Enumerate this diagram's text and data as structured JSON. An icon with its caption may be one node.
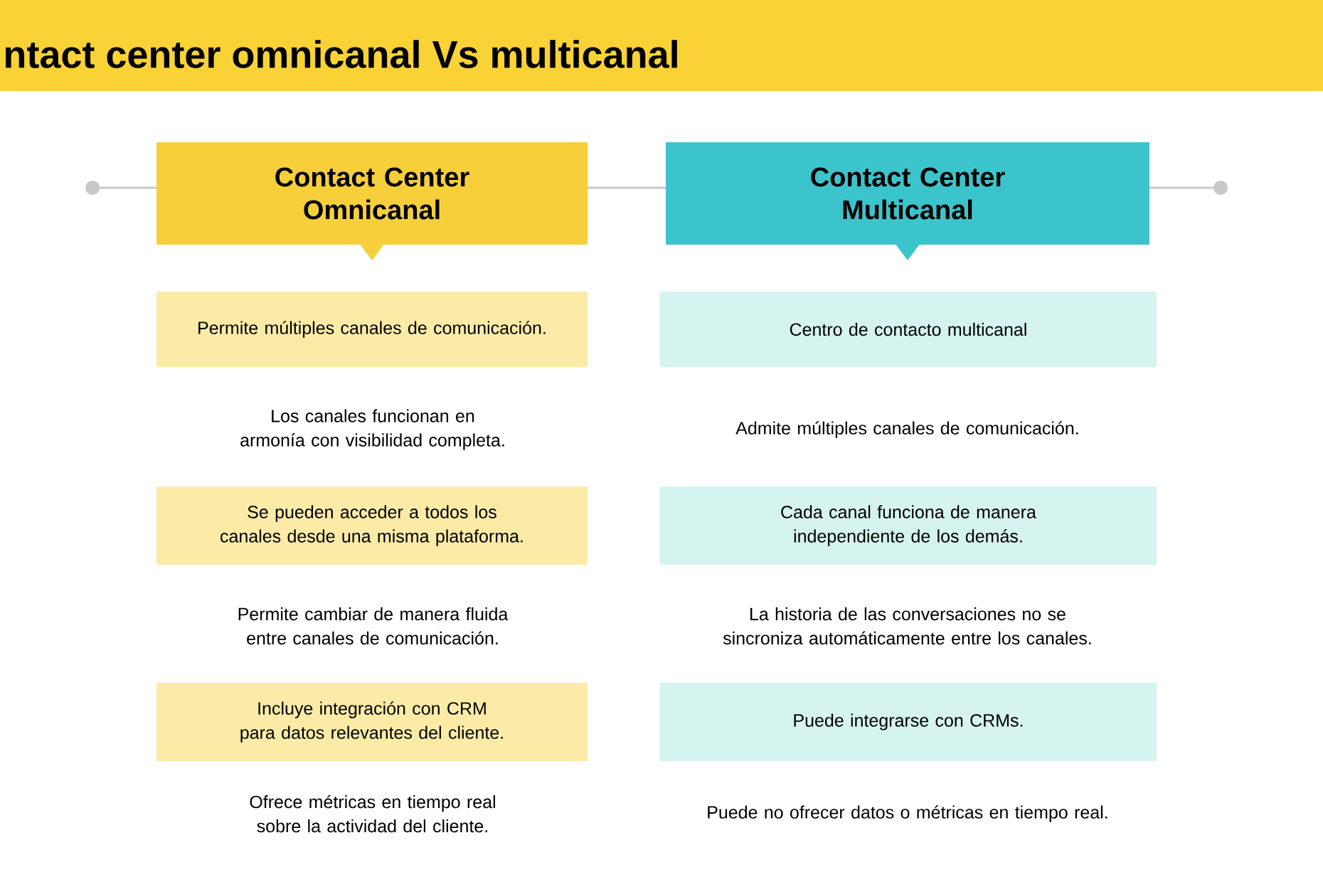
{
  "diagram": {
    "title": "ntact center omnicanal Vs multicanal",
    "nodes": [
      {
        "text": [
          "Contact Center Omnicanal"
        ]
      },
      {
        "text": [
          "Contact Center Multicanal"
        ]
      },
      {
        "text": [
          "Permite múltiples canales de comunicación."
        ]
      },
      {
        "text": [
          "Centro de contacto multicanal"
        ]
      },
      {
        "text": [
          "Se pueden acceder a todos los canales desde una misma plataforma."
        ]
      },
      {
        "text": [
          "Cada canal funciona de manera independiente de los demás."
        ]
      },
      {
        "text": [
          "Incluye integración con CRM para datos relevantes del cliente."
        ]
      },
      {
        "text": [
          "Puede integrarse con CRMs."
        ]
      }
    ],
    "labels": [
      "Los canales funcionan en armonía con visibilidad completa.",
      "Admite múltiples canales de comunicación.",
      "Permite cambiar de manera fluida entre canales de comunicación.",
      "La historia de las conversaciones no se sincroniza automáticamente entre los canales.",
      "Ofrece métricas en tiempo real sobre la actividad del cliente.",
      "Puede no ofrecer datos o métricas en tiempo real."
    ]
  }
}
